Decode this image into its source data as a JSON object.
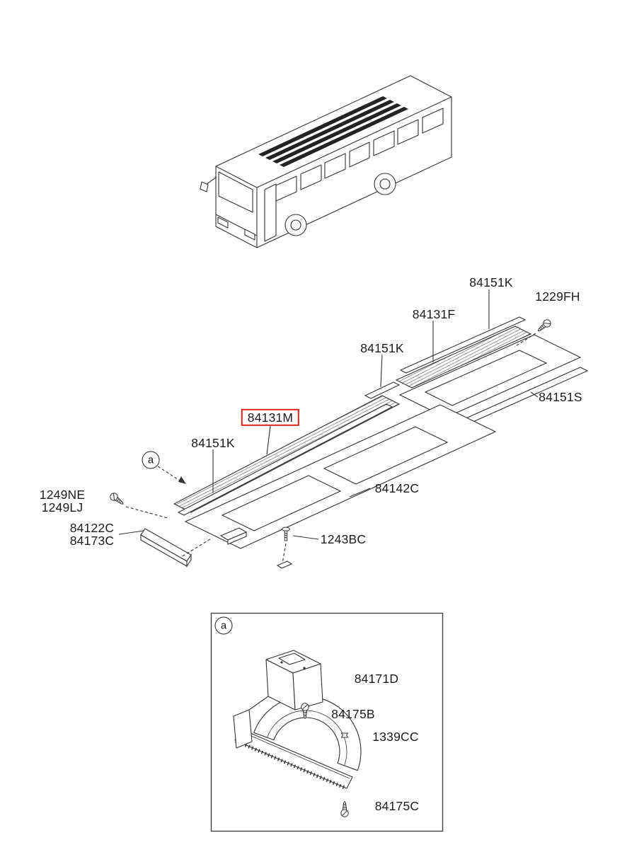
{
  "page": {
    "background": "#ffffff",
    "line_color": "#333333",
    "highlight_color": "#e3231c"
  },
  "diagram": {
    "type": "exploded-parts-diagram",
    "subject": "bus floor covering assembly",
    "highlighted_part": "84131M",
    "marker": "a",
    "callouts": {
      "k_rear": "84151K",
      "fh": "1229FH",
      "f": "84131F",
      "k_mid": "84151K",
      "s": "84151S",
      "m": "84131M",
      "k_front": "84151K",
      "c142": "84142C",
      "ne": "1249NE",
      "lj": "1249LJ",
      "c122": "84122C",
      "c173": "84173C",
      "bc": "1243BC"
    },
    "detail": {
      "marker": "a",
      "d84171": "84171D",
      "d84175b": "84175B",
      "d1339": "1339CC",
      "d84175c": "84175C"
    }
  }
}
